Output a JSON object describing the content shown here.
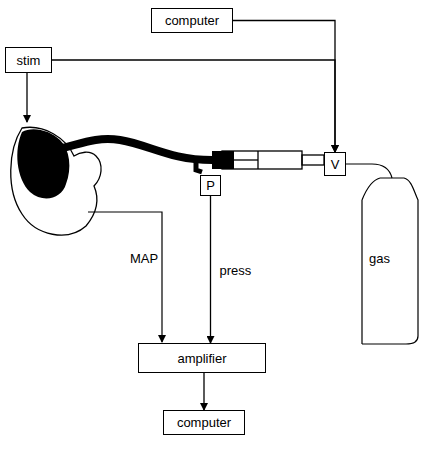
{
  "diagram": {
    "nodes": [
      {
        "text": [
          "computer"
        ]
      },
      {
        "text": [
          "stim"
        ]
      },
      {
        "text": [
          "P"
        ]
      },
      {
        "text": [
          "V"
        ]
      },
      {
        "text": [
          "amplifier"
        ]
      },
      {
        "text": [
          "computer"
        ]
      }
    ],
    "edges": [
      {
        "from": 0,
        "to": 3,
        "arrow": "to"
      },
      {
        "from": 1,
        "to": 3,
        "arrow": "to"
      },
      {
        "from": 2,
        "to": 4,
        "label": "press",
        "arrow": "to"
      },
      {
        "from": 4,
        "to": 5,
        "arrow": "to"
      }
    ],
    "labels": [
      "MAP",
      "gas"
    ]
  }
}
